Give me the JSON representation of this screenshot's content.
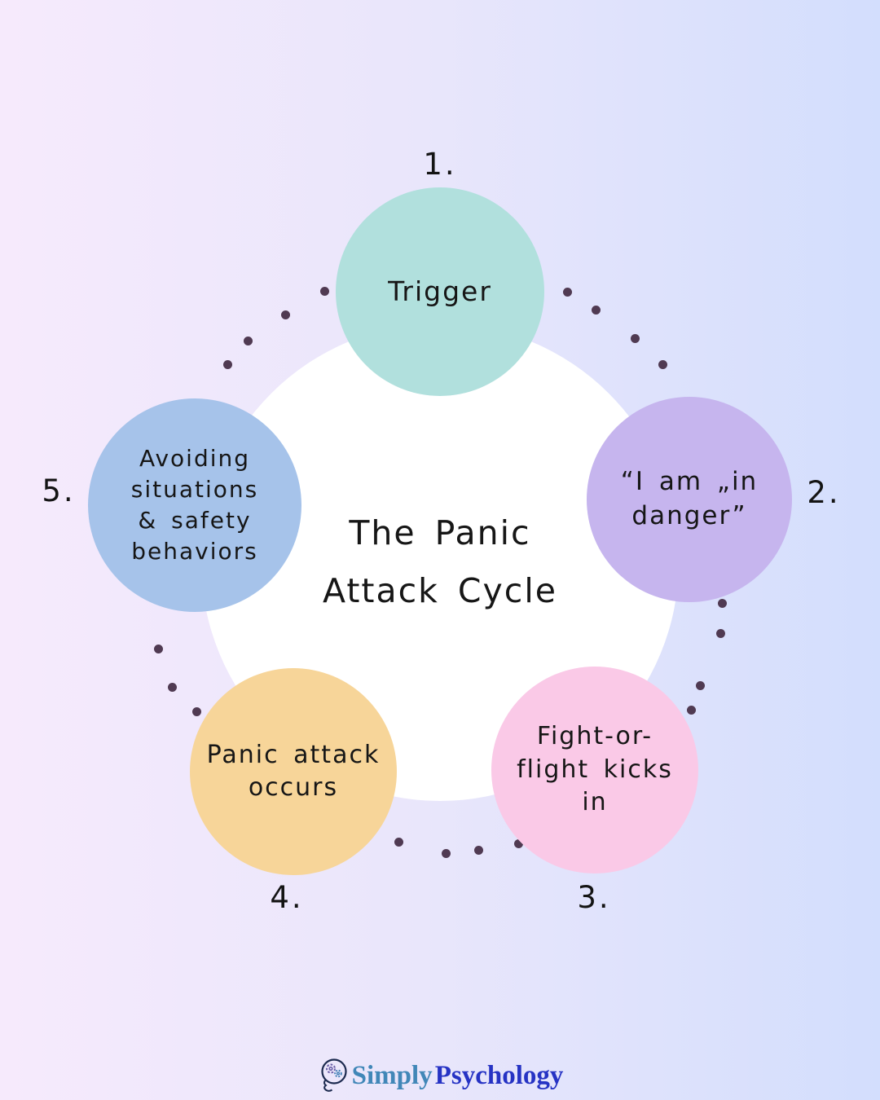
{
  "title": {
    "line1": "The Panic",
    "line2": "Attack Cycle"
  },
  "steps": [
    {
      "number": "1.",
      "label": "Trigger",
      "color": "#b1e0dd"
    },
    {
      "number": "2.",
      "label": "“I am „in\ndanger”",
      "color": "#c6b5ee"
    },
    {
      "number": "3.",
      "label": "Fight-or-\nflight kicks\nin",
      "color": "#fac9e7"
    },
    {
      "number": "4.",
      "label": "Panic attack\noccurs",
      "color": "#f7d599"
    },
    {
      "number": "5.",
      "label": "Avoiding\nsituations\n& safety\nbehaviors",
      "color": "#a6c3ea"
    }
  ],
  "colors": {
    "dot": "#503a52",
    "background_left": "#f6eafc",
    "background_right": "#d3defd",
    "center_circle": "#ffffff",
    "text": "#161616",
    "brand_simply": "#4187b8",
    "brand_psychology": "#2633c4"
  },
  "footer": {
    "brand_simply": "Simply",
    "brand_psychology": "Psychology"
  }
}
